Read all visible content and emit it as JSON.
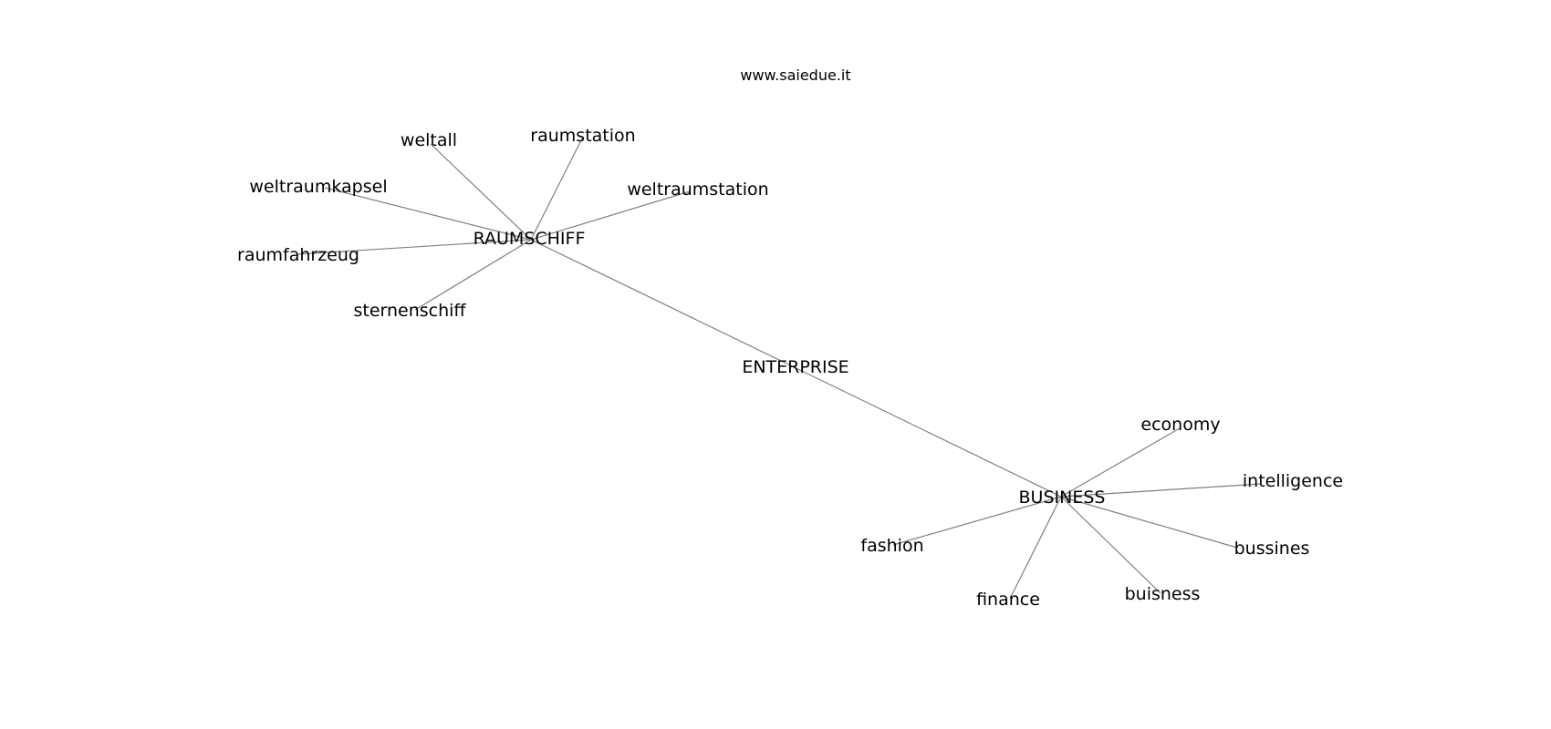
{
  "watermark": "www.saiedue.it",
  "graph": {
    "nodes": [
      {
        "id": "enterprise",
        "label": "ENTERPRISE"
      },
      {
        "id": "raumschiff",
        "label": "RAUMSCHIFF"
      },
      {
        "id": "business",
        "label": "BUSINESS"
      },
      {
        "id": "weltall",
        "label": "weltall"
      },
      {
        "id": "raumstation",
        "label": "raumstation"
      },
      {
        "id": "weltraumstation",
        "label": "weltraumstation"
      },
      {
        "id": "weltraumkapsel",
        "label": "weltraumkapsel"
      },
      {
        "id": "raumfahrzeug",
        "label": "raumfahrzeug"
      },
      {
        "id": "sternenschiff",
        "label": "sternenschiff"
      },
      {
        "id": "economy",
        "label": "economy"
      },
      {
        "id": "intelligence",
        "label": "intelligence"
      },
      {
        "id": "bussines",
        "label": "bussines"
      },
      {
        "id": "buisness",
        "label": "buisness"
      },
      {
        "id": "finance",
        "label": "finance"
      },
      {
        "id": "fashion",
        "label": "fashion"
      }
    ],
    "edges": [
      [
        "raumschiff",
        "business"
      ],
      [
        "raumschiff",
        "weltall"
      ],
      [
        "raumschiff",
        "raumstation"
      ],
      [
        "raumschiff",
        "weltraumstation"
      ],
      [
        "raumschiff",
        "weltraumkapsel"
      ],
      [
        "raumschiff",
        "raumfahrzeug"
      ],
      [
        "raumschiff",
        "sternenschiff"
      ],
      [
        "business",
        "economy"
      ],
      [
        "business",
        "intelligence"
      ],
      [
        "business",
        "bussines"
      ],
      [
        "business",
        "buisness"
      ],
      [
        "business",
        "finance"
      ],
      [
        "business",
        "fashion"
      ]
    ]
  }
}
